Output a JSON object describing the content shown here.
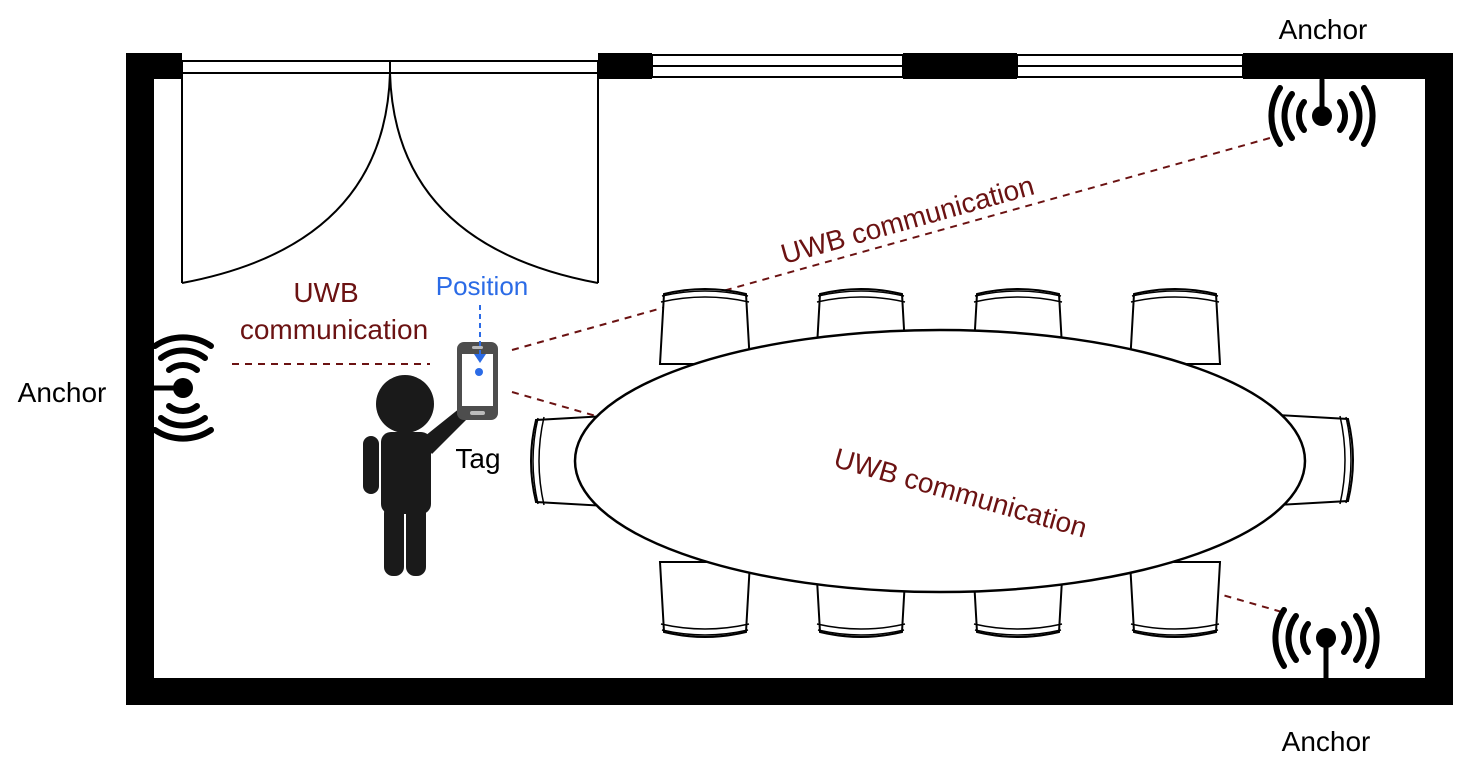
{
  "labels": {
    "anchor_top_right": "Anchor",
    "anchor_left": "Anchor",
    "anchor_bottom_right": "Anchor",
    "tag": "Tag",
    "position": "Position",
    "uwb_left_line1": "UWB",
    "uwb_left_line2": "communication",
    "uwb_upper": "UWB communication",
    "uwb_lower": "UWB communication"
  },
  "colors": {
    "wall": "#000000",
    "uwb_link": "#6b1212",
    "position": "#2b6be6",
    "person": "#1a1a1a",
    "phone": "#4d4d4d"
  },
  "icons": {
    "anchor": "wireless-signal-icon",
    "person": "person-icon",
    "tag": "smartphone-icon"
  }
}
